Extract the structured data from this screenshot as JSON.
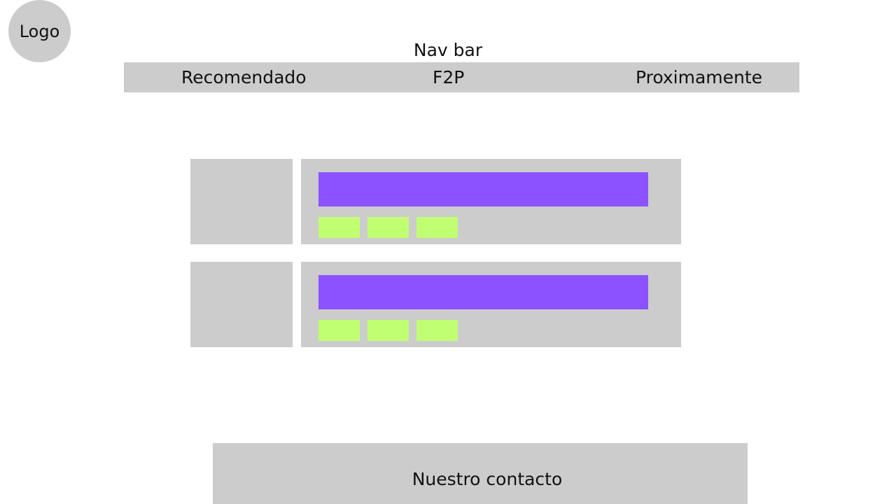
{
  "logo": {
    "label": "Logo"
  },
  "nav": {
    "caption": "Nav bar",
    "items": [
      {
        "label": "Recomendado"
      },
      {
        "label": "F2P"
      },
      {
        "label": "Proximamente"
      }
    ]
  },
  "cards": [
    {
      "tags": 3
    },
    {
      "tags": 3
    }
  ],
  "footer": {
    "label": "Nuestro contacto"
  },
  "colors": {
    "placeholder_gray": "#cccccc",
    "title_bar_purple": "#8c52ff",
    "tag_green": "#c1ff72"
  }
}
